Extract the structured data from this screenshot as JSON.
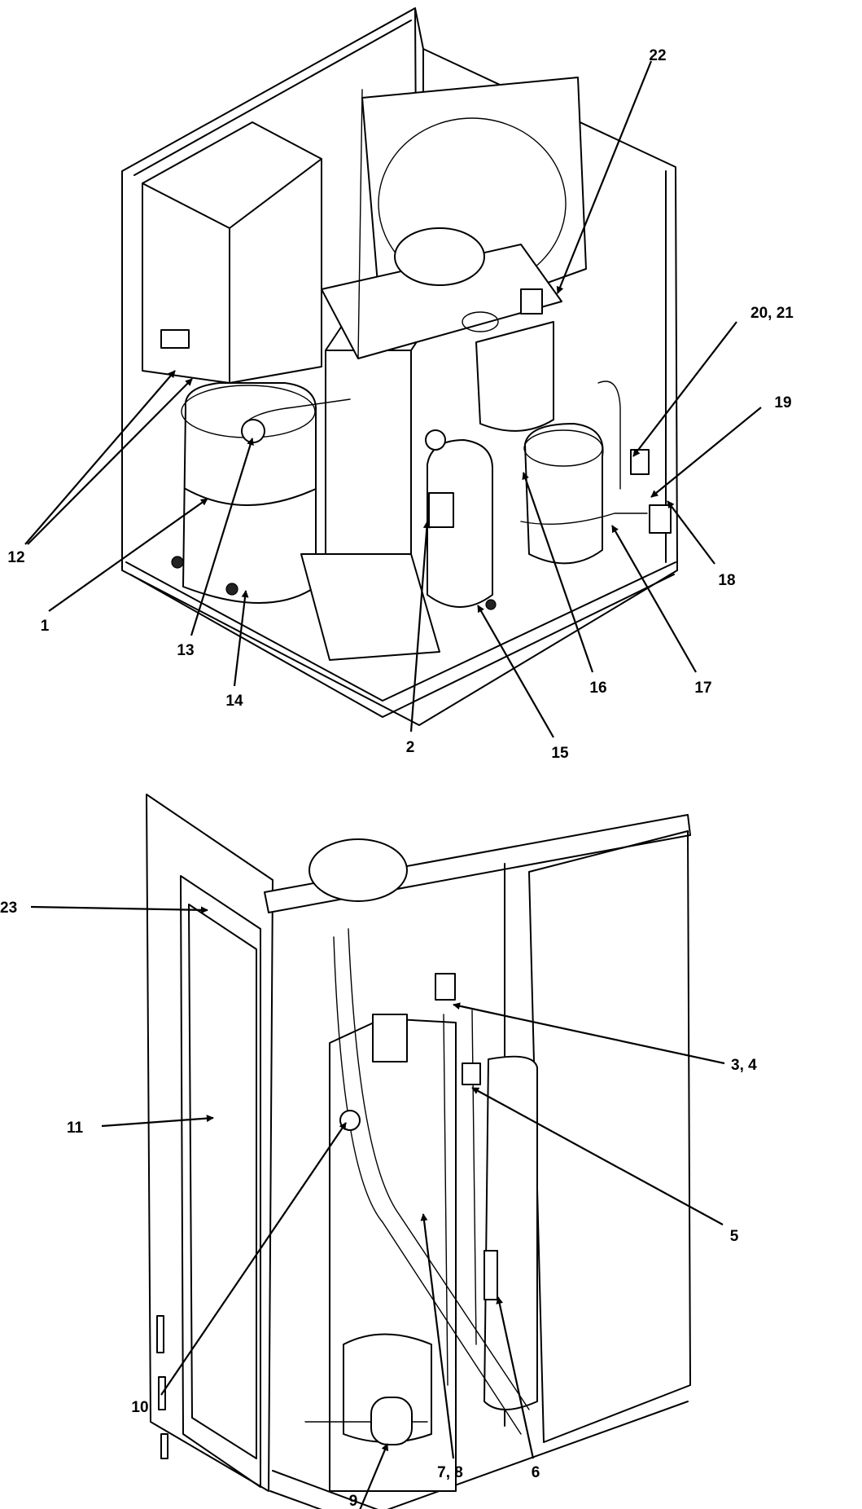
{
  "callouts": [
    {
      "id": "22",
      "text": "22"
    },
    {
      "id": "20-21",
      "text": "20, 21"
    },
    {
      "id": "19",
      "text": "19"
    },
    {
      "id": "18",
      "text": "18"
    },
    {
      "id": "17",
      "text": "17"
    },
    {
      "id": "16",
      "text": "16"
    },
    {
      "id": "15",
      "text": "15"
    },
    {
      "id": "14",
      "text": "14"
    },
    {
      "id": "13",
      "text": "13"
    },
    {
      "id": "12",
      "text": "12"
    },
    {
      "id": "1",
      "text": "1"
    },
    {
      "id": "2",
      "text": "2"
    },
    {
      "id": "23",
      "text": "23"
    },
    {
      "id": "3-4",
      "text": "3, 4"
    },
    {
      "id": "11",
      "text": "11"
    },
    {
      "id": "5",
      "text": "5"
    },
    {
      "id": "10",
      "text": "10"
    },
    {
      "id": "6",
      "text": "6"
    },
    {
      "id": "9",
      "text": "9"
    },
    {
      "id": "7-8",
      "text": "7, 8"
    }
  ]
}
